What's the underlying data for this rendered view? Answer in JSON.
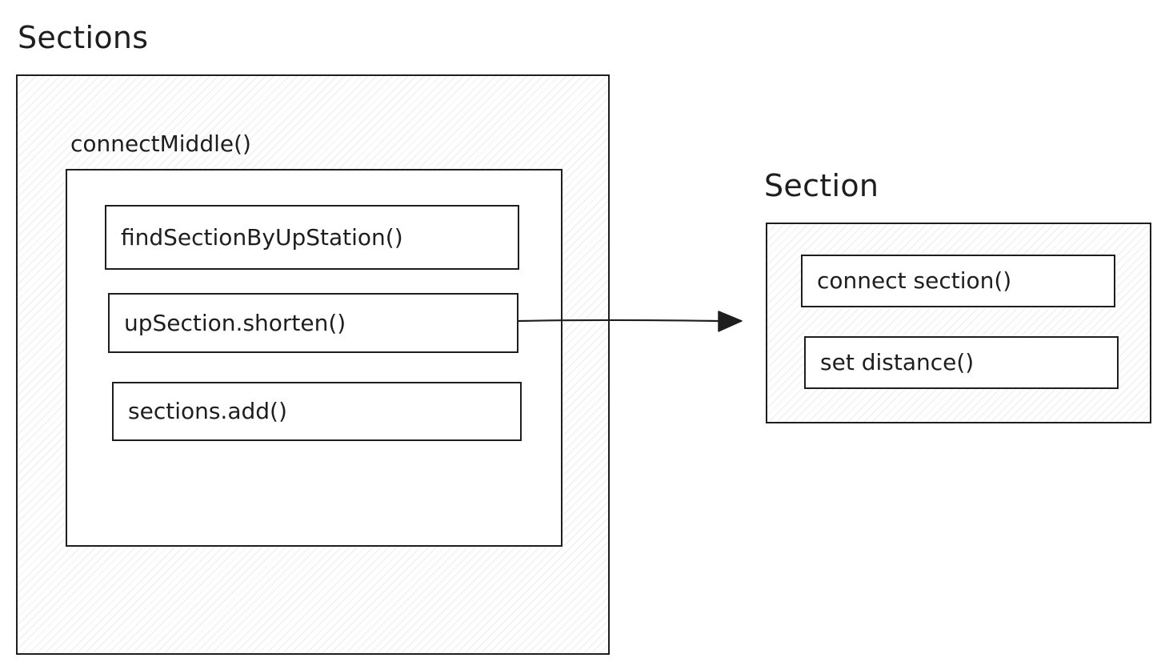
{
  "sections_container": {
    "title": "Sections",
    "connect_middle": {
      "label": "connectMiddle()",
      "steps": [
        "findSectionByUpStation()",
        "upSection.shorten()",
        "sections.add()"
      ]
    }
  },
  "section_container": {
    "title": "Section",
    "methods": [
      "connect section()",
      "set distance()"
    ]
  },
  "colors": {
    "stroke": "#1e1e1e",
    "hatch": "#e6e6e6",
    "background": "#ffffff"
  }
}
